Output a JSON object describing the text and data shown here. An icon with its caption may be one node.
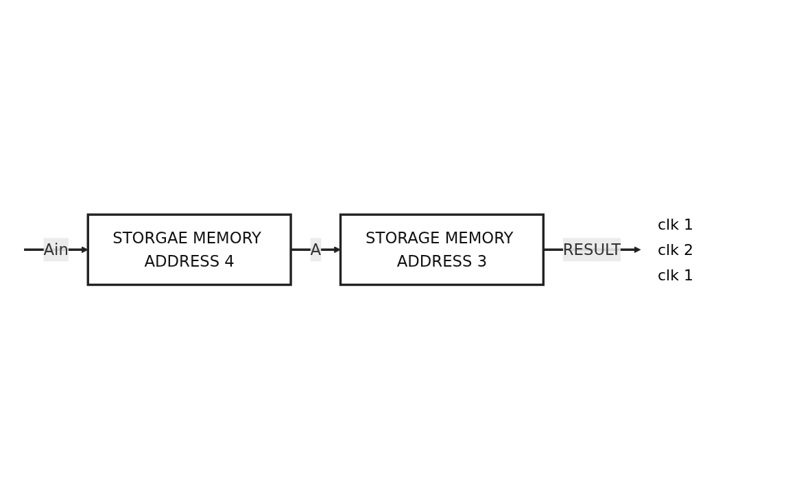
{
  "diagram": {
    "nodes": [
      {
        "text": [
          "STORGAE MEMORY ADDRESS 4"
        ]
      },
      {
        "text": [
          "STORAGE MEMORY ADDRESS 3"
        ]
      }
    ],
    "edges": [
      {
        "from": null,
        "to": 0,
        "arrow": "to",
        "label": "Ain"
      },
      {
        "from": 0,
        "to": 1,
        "arrow": "to",
        "label": "A"
      },
      {
        "from": 1,
        "to": null,
        "arrow": "to",
        "label": "RESULT"
      }
    ],
    "labels": [
      "clk 1",
      "clk 2",
      "clk 1"
    ]
  }
}
